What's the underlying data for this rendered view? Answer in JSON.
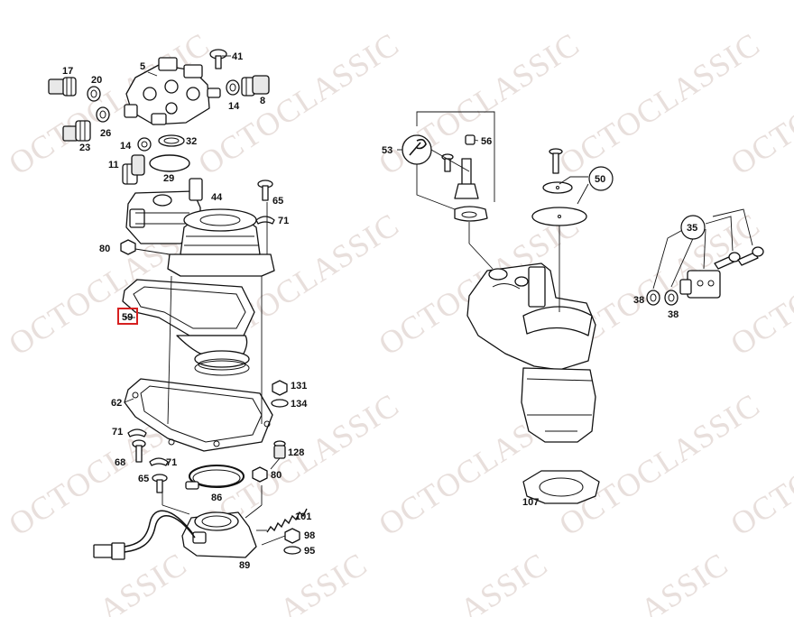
{
  "watermark": {
    "text": "OCTOCLASSIC",
    "fragment": "ASSIC",
    "color": "#d6c5c0"
  },
  "highlight_color": "#d62020",
  "callouts": {
    "c17": "17",
    "c20": "20",
    "c5": "5",
    "c41": "41",
    "c14a": "14",
    "c8": "8",
    "c26": "26",
    "c23": "23",
    "c14b": "14",
    "c32": "32",
    "c11": "11",
    "c29": "29",
    "c44": "44",
    "c65a": "65",
    "c71a": "71",
    "c80a": "80",
    "c59": "59",
    "c131": "131",
    "c62": "62",
    "c134": "134",
    "c71b": "71",
    "c128": "128",
    "c68": "68",
    "c71c": "71",
    "c65b": "65",
    "c80b": "80",
    "c86": "86",
    "c101": "101",
    "c98": "98",
    "c95": "95",
    "c89": "89",
    "c53": "53",
    "c56": "56",
    "c50": "50",
    "c35": "35",
    "c38a": "38",
    "c38b": "38",
    "c107": "107"
  }
}
